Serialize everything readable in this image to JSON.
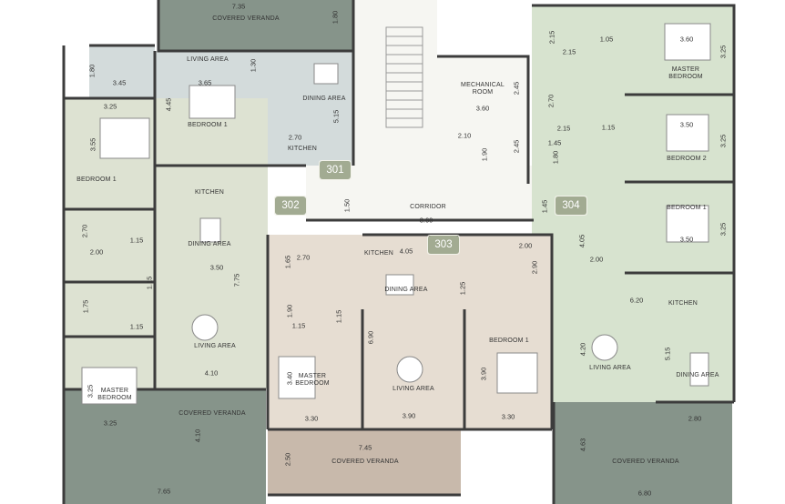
{
  "colors": {
    "wall": "#3c3c3c",
    "sage": "#dde2d2",
    "gray_blue": "#d3dbdb",
    "beige": "#e6ddd2",
    "green": "#d7e3cf",
    "veranda_dark": "#86948a",
    "veranda_beige": "#c8b9ab",
    "core": "#f6f6f2",
    "badge": "#a2ab92"
  },
  "units": [
    {
      "id": "unit-301",
      "number": "301"
    },
    {
      "id": "unit-302",
      "number": "302"
    },
    {
      "id": "unit-303",
      "number": "303"
    },
    {
      "id": "unit-304",
      "number": "304"
    }
  ],
  "rooms": {
    "covered_veranda_top": "COVERED VERANDA",
    "living_301": "LIVING AREA",
    "dining_301": "DINING AREA",
    "bedroom1_301": "BEDROOM 1",
    "kitchen_301": "KITCHEN",
    "mechanical": "MECHANICAL\nROOM",
    "master_304": "MASTER\nBEDROOM",
    "bedroom2_304": "BEDROOM 2",
    "bedroom1_304": "BEDROOM 1",
    "kitchen_304": "KITCHEN",
    "living_304": "LIVING AREA",
    "dining_304": "DINING AREA",
    "veranda_304": "COVERED VERANDA",
    "bedroom1_302": "BEDROOM 1",
    "kitchen_302": "KITCHEN",
    "dining_302": "DINING AREA",
    "living_302": "LIVING AREA",
    "master_302": "MASTER\nBEDROOM",
    "veranda_302": "COVERED VERANDA",
    "corridor": "CORRIDOR",
    "kitchen_303": "KITCHEN",
    "dining_303": "DINING AREA",
    "living_303": "LIVING AREA",
    "master_303": "MASTER\nBEDROOM",
    "bedroom1_303": "BEDROOM 1",
    "veranda_303": "COVERED VERANDA"
  },
  "dimensions": {
    "d_735": "7.35",
    "d_180a": "1.80",
    "d_180b": "1.80",
    "d_345": "3.45",
    "d_130": "1.30",
    "d_365": "3.65",
    "d_445": "4.45",
    "d_515a": "5.15",
    "d_270a": "2.70",
    "d_245a": "2.45",
    "d_360a": "3.60",
    "d_210a": "2.10",
    "d_190a": "1.90",
    "d_245b": "2.45",
    "d_215a": "2.15",
    "d_215b": "2.15",
    "d_105": "1.05",
    "d_360b": "3.60",
    "d_325a": "3.25",
    "d_270b": "2.70",
    "d_215c": "2.15",
    "d_115a": "1.15",
    "d_350a": "3.50",
    "d_325b": "3.25",
    "d_145a": "1.45",
    "d_180c": "1.80",
    "d_145b": "1.45",
    "d_350b": "3.50",
    "d_325c": "3.25",
    "d_405a": "4.05",
    "d_200a": "2.00",
    "d_620": "6.20",
    "d_420": "4.20",
    "d_515b": "5.15",
    "d_280": "2.80",
    "d_463": "4.63",
    "d_680": "6.80",
    "d_325d": "3.25",
    "d_355": "3.55",
    "d_270c": "2.70",
    "d_200b": "2.00",
    "d_115b": "1.15",
    "d_115c": "1.15",
    "d_175": "1.75",
    "d_115d": "1.15",
    "d_350c": "3.50",
    "d_775": "7.75",
    "d_410a": "4.10",
    "d_325e": "3.25",
    "d_325f": "3.25",
    "d_410b": "4.10",
    "d_765": "7.65",
    "d_150": "1.50",
    "d_860": "8.60",
    "d_270d": "2.70",
    "d_405b": "4.05",
    "d_165": "1.65",
    "d_190b": "1.90",
    "d_115e": "1.15",
    "d_115f": "1.15",
    "d_690": "6.90",
    "d_340": "3.40",
    "d_330a": "3.30",
    "d_390a": "3.90",
    "d_125": "1.25",
    "d_390b": "3.90",
    "d_330b": "3.30",
    "d_200c": "2.00",
    "d_290": "2.90",
    "d_745": "7.45",
    "d_250": "2.50"
  }
}
